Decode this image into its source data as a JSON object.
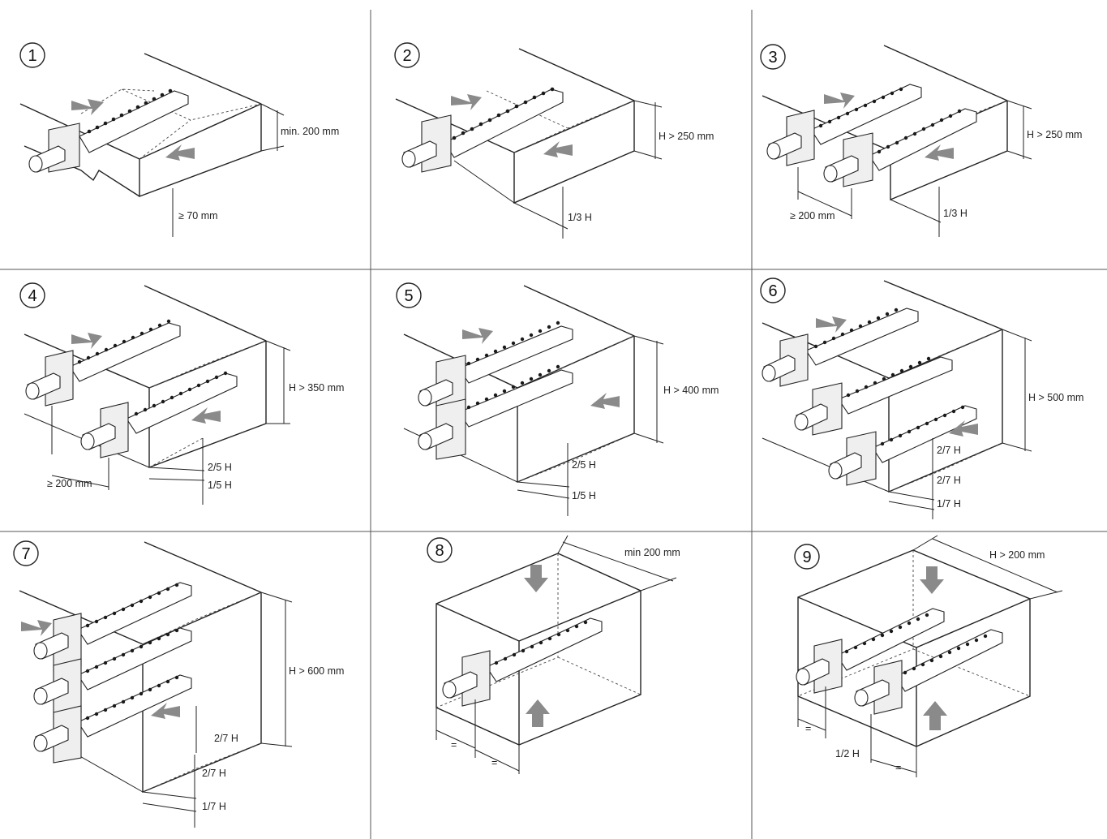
{
  "panels": [
    {
      "number": "1",
      "labels": {
        "height": "min. 200 mm",
        "bottom": "≥ 70 mm"
      }
    },
    {
      "number": "2",
      "labels": {
        "height": "H > 250 mm",
        "bottom": "1/3 H"
      }
    },
    {
      "number": "3",
      "labels": {
        "height": "H > 250 mm",
        "spacing": "≥ 200 mm",
        "bottom": "1/3 H"
      }
    },
    {
      "number": "4",
      "labels": {
        "height": "H > 350 mm",
        "spacing": "≥ 200 mm",
        "a": "2/5 H",
        "b": "1/5 H"
      }
    },
    {
      "number": "5",
      "labels": {
        "height": "H > 400 mm",
        "a": "2/5 H",
        "b": "1/5 H"
      }
    },
    {
      "number": "6",
      "labels": {
        "height": "H > 500 mm",
        "a": "2/7 H",
        "b": "2/7 H",
        "c": "1/7 H"
      }
    },
    {
      "number": "7",
      "labels": {
        "height": "H > 600 mm",
        "a": "2/7 H",
        "b": "2/7 H",
        "c": "1/7 H"
      }
    },
    {
      "number": "8",
      "labels": {
        "depth": "min 200 mm",
        "eq1": "=",
        "eq2": "="
      }
    },
    {
      "number": "9",
      "labels": {
        "depth": "H > 200 mm",
        "eq1": "=",
        "half": "1/2 H",
        "eq2": "="
      }
    }
  ],
  "colors": {
    "line": "#222222",
    "arrow": "#8a8a8a",
    "flange": "#efefef"
  }
}
